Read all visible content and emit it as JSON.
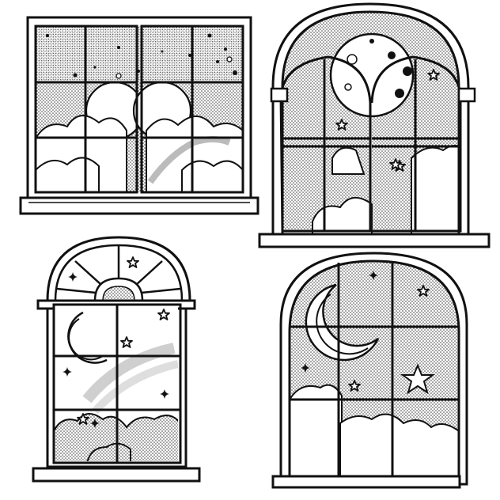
{
  "illustration": {
    "subject": "four-night-sky-windows",
    "colors": {
      "ink": "#111111",
      "paper": "#ffffff",
      "dots": "#333333",
      "haze": "#d9d9d9"
    },
    "windows": [
      {
        "id": "square-window",
        "panes": 12,
        "features": [
          "stars",
          "sun",
          "clouds"
        ]
      },
      {
        "id": "arched-double-window",
        "panes": 12,
        "features": [
          "full-moon",
          "stars",
          "clouds"
        ]
      },
      {
        "id": "fanlight-window",
        "panes": 8,
        "features": [
          "crescent-moon",
          "stars",
          "clouds",
          "rainbow-haze"
        ]
      },
      {
        "id": "round-top-window",
        "panes": 12,
        "features": [
          "crescent-moon",
          "stars",
          "clouds"
        ]
      }
    ]
  }
}
